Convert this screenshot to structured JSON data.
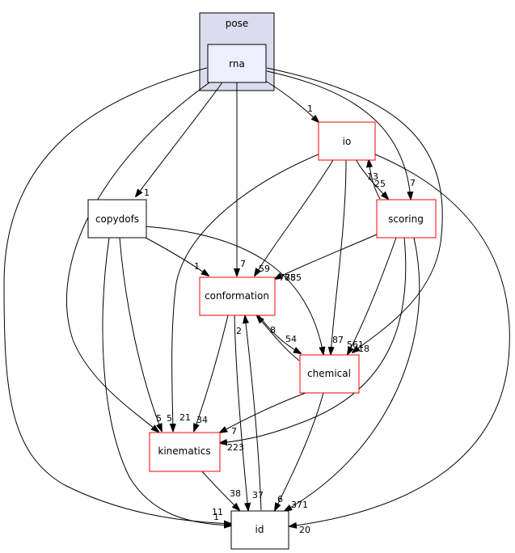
{
  "cluster": {
    "label": "pose",
    "fill": "#dcdcee",
    "stroke": "#000000"
  },
  "nodes": {
    "rna": {
      "label": "rna",
      "fill": "#eeeeff",
      "stroke": "#000000"
    },
    "io": {
      "label": "io",
      "fill": "#ffffff",
      "stroke": "#ff0000"
    },
    "copydofs": {
      "label": "copydofs",
      "fill": "#ffffff",
      "stroke": "#000000"
    },
    "scoring": {
      "label": "scoring",
      "fill": "#ffffff",
      "stroke": "#ff0000"
    },
    "conformation": {
      "label": "conformation",
      "fill": "#ffffff",
      "stroke": "#ff0000"
    },
    "chemical": {
      "label": "chemical",
      "fill": "#ffffff",
      "stroke": "#ff0000"
    },
    "kinematics": {
      "label": "kinematics",
      "fill": "#ffffff",
      "stroke": "#ff0000"
    },
    "id": {
      "label": "id",
      "fill": "#ffffff",
      "stroke": "#000000"
    }
  },
  "edge_labels": {
    "rna_io": "1",
    "rna_copydofs": "1",
    "rna_conformation": "7",
    "rna_scoring": "7",
    "rna_kinematics": "5",
    "rna_chemical": "18",
    "rna_id": "11",
    "io_scoring": "25",
    "scoring_io": "13",
    "io_conformation": "59",
    "io_chemical": "87",
    "io_kinematics": "21",
    "io_id": "20",
    "copydofs_conformation": "1",
    "copydofs_chemical": "785",
    "copydofs_kinematics": "5",
    "copydofs_id": "1",
    "scoring_conformation": "785",
    "scoring_chemical": "561",
    "scoring_kinematics": "223",
    "scoring_id": "371",
    "conformation_chemical": "54",
    "chemical_conformation": "8",
    "conformation_kinematics": "34",
    "conformation_id": "2",
    "id_conformation": "37",
    "chemical_kinematics": "7",
    "chemical_id": "6",
    "kinematics_id": "38"
  }
}
